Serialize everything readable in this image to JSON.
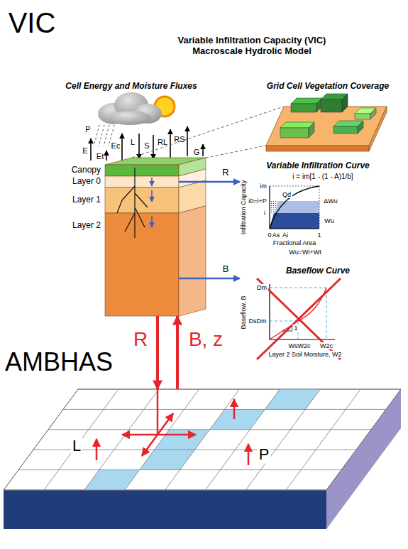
{
  "diagram": {
    "title": "Variable Infiltration Capacity (VIC) Macroscale Hydrolic Model",
    "nodes": [
      {
        "text": [
          "Canopy"
        ]
      },
      {
        "text": [
          "Layer 0"
        ]
      },
      {
        "text": [
          "Layer 1"
        ]
      },
      {
        "text": [
          "Layer 2"
        ]
      },
      {
        "text": [
          "Variable Infiltration Curve"
        ]
      },
      {
        "text": [
          "Baseflow Curve"
        ]
      },
      {
        "text": [
          "AMBHAS"
        ]
      }
    ],
    "edges": [
      {
        "from": 1,
        "to": 4,
        "label": "R",
        "arrow": "to"
      },
      {
        "from": 3,
        "to": 5,
        "label": "B",
        "arrow": "to"
      },
      {
        "from": 3,
        "to": 6,
        "label": "R",
        "arrow": "to"
      },
      {
        "from": 6,
        "to": 3,
        "label": "B, z",
        "arrow": "to"
      }
    ],
    "labels": [
      "VIC",
      "Cell Energy and Moisture Fluxes",
      "Grid Cell Vegetation Coverage",
      "P",
      "E",
      "Et",
      "Ec",
      "L",
      "S",
      "RL",
      "RS",
      "G",
      "i = im[1 - (1 - A)1/b]",
      "Infiltration Capacity",
      "im",
      "i0=i+P",
      "i",
      "Qd",
      "ΔWu",
      "Wu",
      "0",
      "As",
      "Ai",
      "1",
      "Fractional Area",
      "Wu=Wi+Wt",
      "Baseflow, B",
      "Dm",
      "DsDm",
      "1",
      "WsW2c",
      "W2c",
      "Layer 2 Soil Moisture, W2",
      "L",
      "P"
    ]
  }
}
